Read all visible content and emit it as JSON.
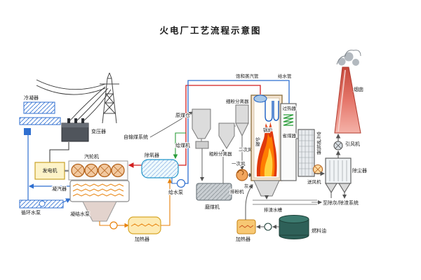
{
  "title": "火电厂工艺流程示意图",
  "colors": {
    "steam_line": "#d21f1f",
    "water_line": "#2f6fd0",
    "condensate_line": "#e8820c",
    "extraction_line": "#2a9d3a",
    "flame_outer": "#e03a0c",
    "flame_mid": "#ff7c00",
    "flame_core": "#ffd23e",
    "chimney": "#e5766a",
    "fuel_oil_tank": "#2e6058",
    "heater_fill": "#fdeab2",
    "generator_fill": "#fdf3c8"
  },
  "labels": {
    "cooling_pond": "冷凝器",
    "circ_pump": "循环水泵",
    "transformer": "变压器",
    "generator": "发电机",
    "turbine": "汽轮机",
    "condenser": "凝汽器",
    "condensate_pump": "凝结水泵",
    "lp_heater": "加热器",
    "deaerator": "除氧器",
    "feed_pump": "给水泵",
    "from_coal_system": "自输煤系统",
    "raw_coal_bunker": "原煤仓",
    "coal_feeder": "给煤机",
    "coal_mill": "磨煤机",
    "coarse_separator": "粗粉分离器",
    "fine_separator": "细粉分离器",
    "exhaust_fan": "排粉机",
    "primary_air": "一次风",
    "secondary_air": "二次风",
    "sat_steam_pipe": "饱和蒸汽管",
    "feedwater_pipe": "给水管",
    "superheater": "过热器",
    "economizer": "省煤器",
    "furnace": "炉膛",
    "boiler": "锅炉",
    "air_preheater": "空气预热器",
    "fd_fan": "送风机",
    "dust_collector": "除尘器",
    "id_fan": "引风机",
    "chimney": "烟囱",
    "ash_hopper": "灰斗",
    "slag_trough": "排渣水槽",
    "to_ash_system": "至除灰/除渣系统",
    "oil_heater": "加热器",
    "fuel_oil": "燃料油"
  }
}
